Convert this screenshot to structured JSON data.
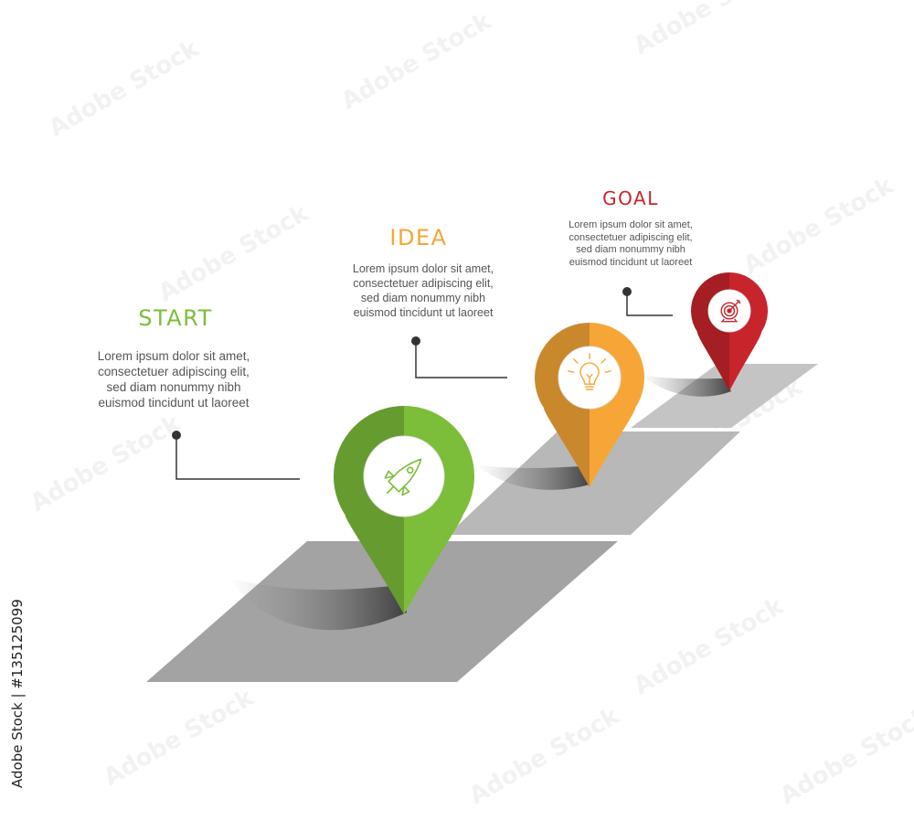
{
  "steps": [
    {
      "title": "START",
      "color": "#7cbd3a",
      "icon": "rocket-icon",
      "lines": [
        "Lorem ipsum dolor sit amet,",
        "consectetuer adipiscing elit,",
        "sed diam nonummy nibh",
        "euismod tincidunt ut laoreet"
      ]
    },
    {
      "title": "IDEA",
      "color": "#f6a637",
      "icon": "lightbulb-icon",
      "lines": [
        "Lorem ipsum dolor sit amet,",
        "consectetuer adipiscing elit,",
        "sed diam nonummy nibh",
        "euismod tincidunt ut laoreet"
      ]
    },
    {
      "title": "GOAL",
      "color": "#c8242c",
      "icon": "target-icon",
      "lines": [
        "Lorem ipsum dolor sit amet,",
        "consectetuer adipiscing elit,",
        "sed diam nonummy nibh",
        "euismod tincidunt ut laoreet"
      ]
    }
  ],
  "credit": "Adobe Stock | #135125099",
  "watermark": "Adobe Stock"
}
